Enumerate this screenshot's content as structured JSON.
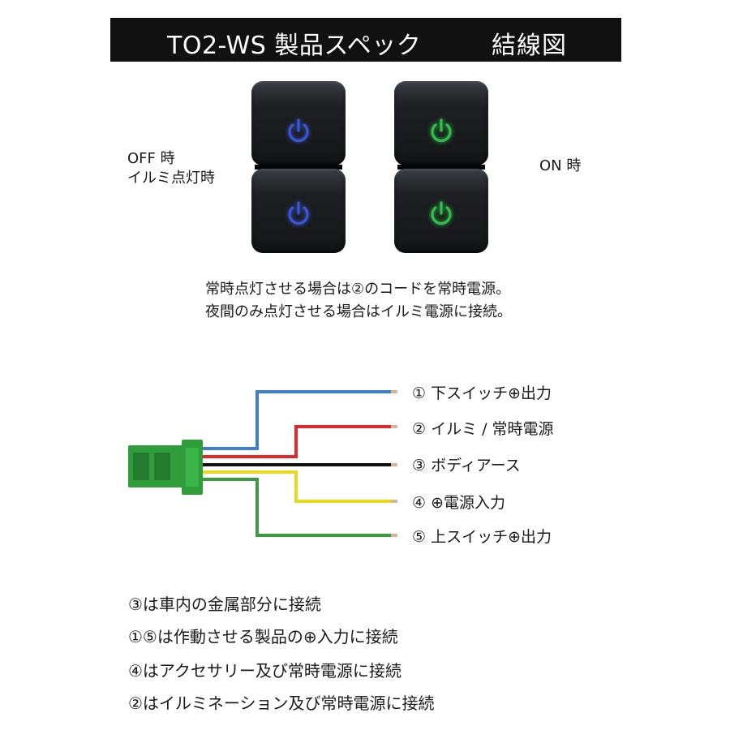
{
  "header": {
    "title": "TO2-WS 製品スペック",
    "subtitle": "結線図"
  },
  "switch_states": {
    "off_label_line1": "OFF 時",
    "off_label_line2": "イルミ点灯時",
    "on_label": "ON 時",
    "off_color": "#3a56d6",
    "on_color": "#2fbf4a"
  },
  "notes": {
    "line1": "常時点灯させる場合は②のコードを常時電源。",
    "line2": "夜間のみ点灯させる場合はイルミ電源に接続。"
  },
  "wiring": {
    "connector_color": "#2f9e3a",
    "wires": [
      {
        "label": "① 下スイッチ⊕出力",
        "color": "#3b7fd9"
      },
      {
        "label": "② イルミ / 常時電源",
        "color": "#e02a2a"
      },
      {
        "label": "③ ボディアース",
        "color": "#111111"
      },
      {
        "label": "④ ⊕電源入力",
        "color": "#e8d81e"
      },
      {
        "label": "⑤ 上スイッチ⊕出力",
        "color": "#3a9a3e"
      }
    ]
  },
  "instructions": [
    "③は車内の金属部分に接続",
    "①⑤は作動させる製品の⊕入力に接続",
    "④はアクセサリー及び常時電源に接続",
    "②はイルミネーション及び常時電源に接続"
  ]
}
